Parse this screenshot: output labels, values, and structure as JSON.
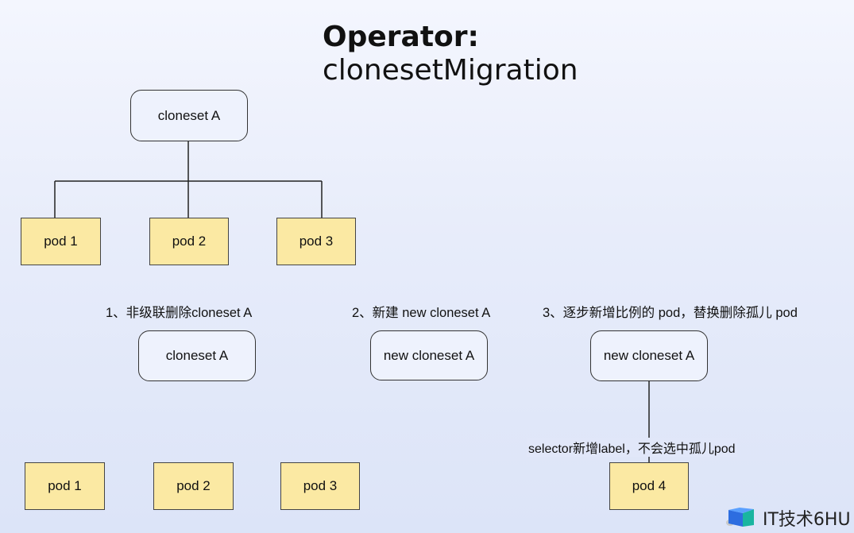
{
  "title": {
    "line1": "Operator:",
    "line2": "clonesetMigration"
  },
  "top_tree": {
    "root": "cloneset A",
    "pods": [
      "pod 1",
      "pod 2",
      "pod 3"
    ]
  },
  "steps": {
    "step1": {
      "label": "1、非级联删除cloneset A",
      "box": "cloneset A",
      "pods": [
        "pod 1",
        "pod 2",
        "pod 3"
      ]
    },
    "step2": {
      "label": "2、新建 new cloneset A",
      "box": "new cloneset A"
    },
    "step3": {
      "label": "3、逐步新增比例的 pod，替换删除孤儿 pod",
      "box": "new cloneset A",
      "edge_label": "selector新增label，不会选中孤儿pod",
      "pod": "pod 4"
    }
  },
  "watermark": {
    "text": "IT技术6HU"
  }
}
